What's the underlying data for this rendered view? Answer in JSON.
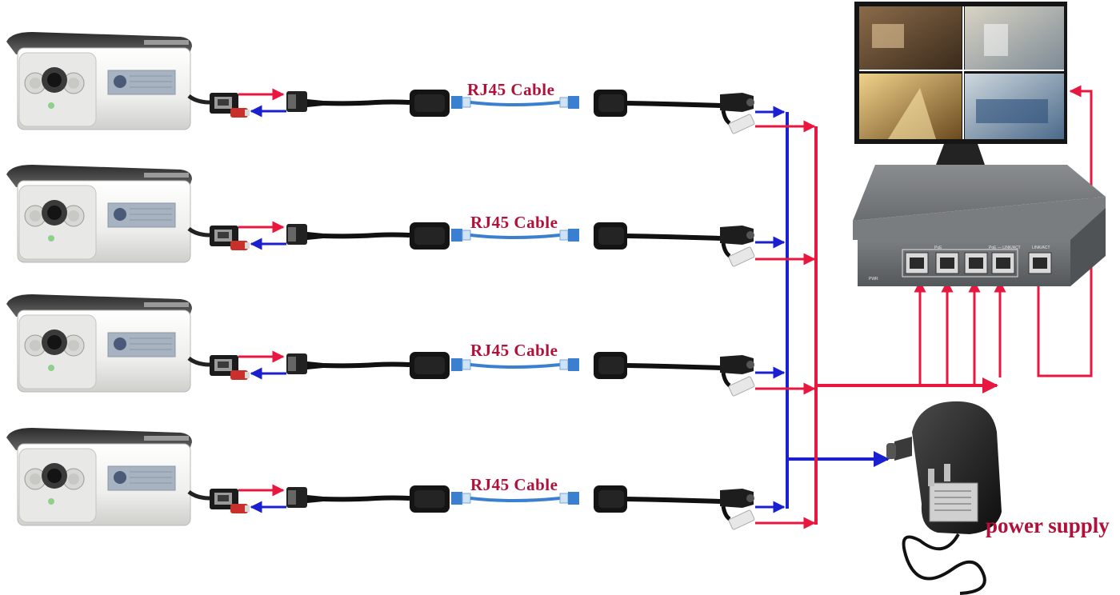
{
  "cable_label": "RJ45 Cable",
  "power_supply_label": "power supply",
  "camera_count": 4,
  "switch": {
    "poe_label": "PoE",
    "link_label": "PoE — LINK/ACT",
    "uplink_label": "LINK/ACT",
    "power_indicator": "PWR"
  },
  "colors": {
    "data_arrow": "#e8173f",
    "power_arrow": "#1a1fd0",
    "label_text": "#b0103a",
    "camera_body": "#f2f2f0",
    "switch_body": "#6e7174",
    "cable_blue": "#3a7fd0",
    "cable_black": "#111111"
  },
  "icons": [
    "camera-icon",
    "rj45-connector-icon",
    "dc-jack-icon",
    "poe-injector-icon",
    "monitor-icon",
    "poe-switch-icon",
    "power-adapter-icon"
  ]
}
